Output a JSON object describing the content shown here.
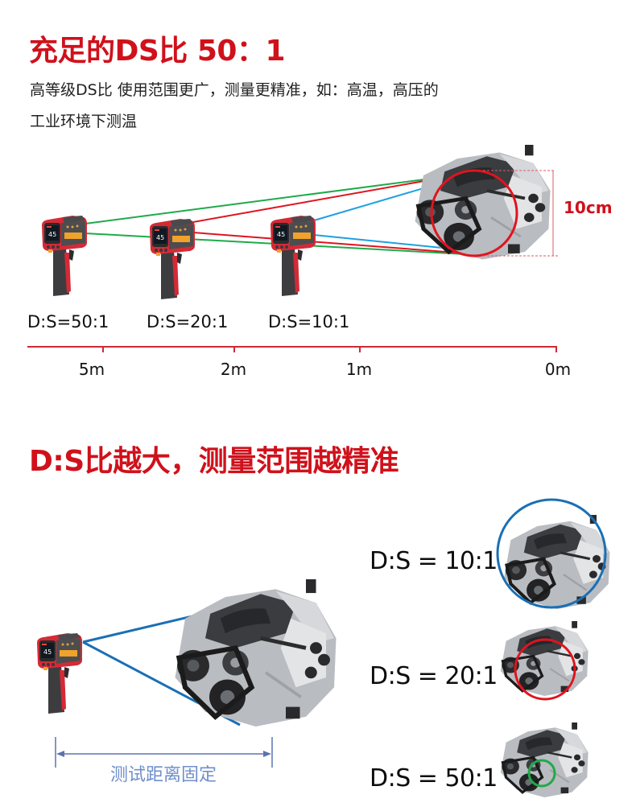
{
  "section1": {
    "title": "充足的DS比 50：1",
    "description_line1": "高等级DS比 使用范围更广，测量更精准，如：高温，高压的",
    "description_line2": "工业环境下测温",
    "thermometers": [
      {
        "label": "D:S=50:1",
        "beam_color": "#1faa4a"
      },
      {
        "label": "D:S=20:1",
        "beam_color": "#e0141e"
      },
      {
        "label": "D:S=10:1",
        "beam_color": "#1ea0e0"
      }
    ],
    "target_size_label": "10cm",
    "scale": {
      "ticks": [
        "5m",
        "2m",
        "1m",
        "0m"
      ],
      "color": "#cc2a36"
    }
  },
  "section2": {
    "title": "D:S比越大，测量范围越精准",
    "fixed_distance_label": "测试距离固定",
    "comparisons": [
      {
        "label": "D:S = 10:1",
        "circle_color": "#1a6fb5"
      },
      {
        "label": "D:S = 20:1",
        "circle_color": "#e0141e"
      },
      {
        "label": "D:S = 50:1",
        "circle_color": "#1faa4a"
      }
    ]
  },
  "colors": {
    "accent_red": "#d0111b",
    "beam_blue": "#1a6fb5",
    "dimension_blue": "#5b74b0"
  }
}
